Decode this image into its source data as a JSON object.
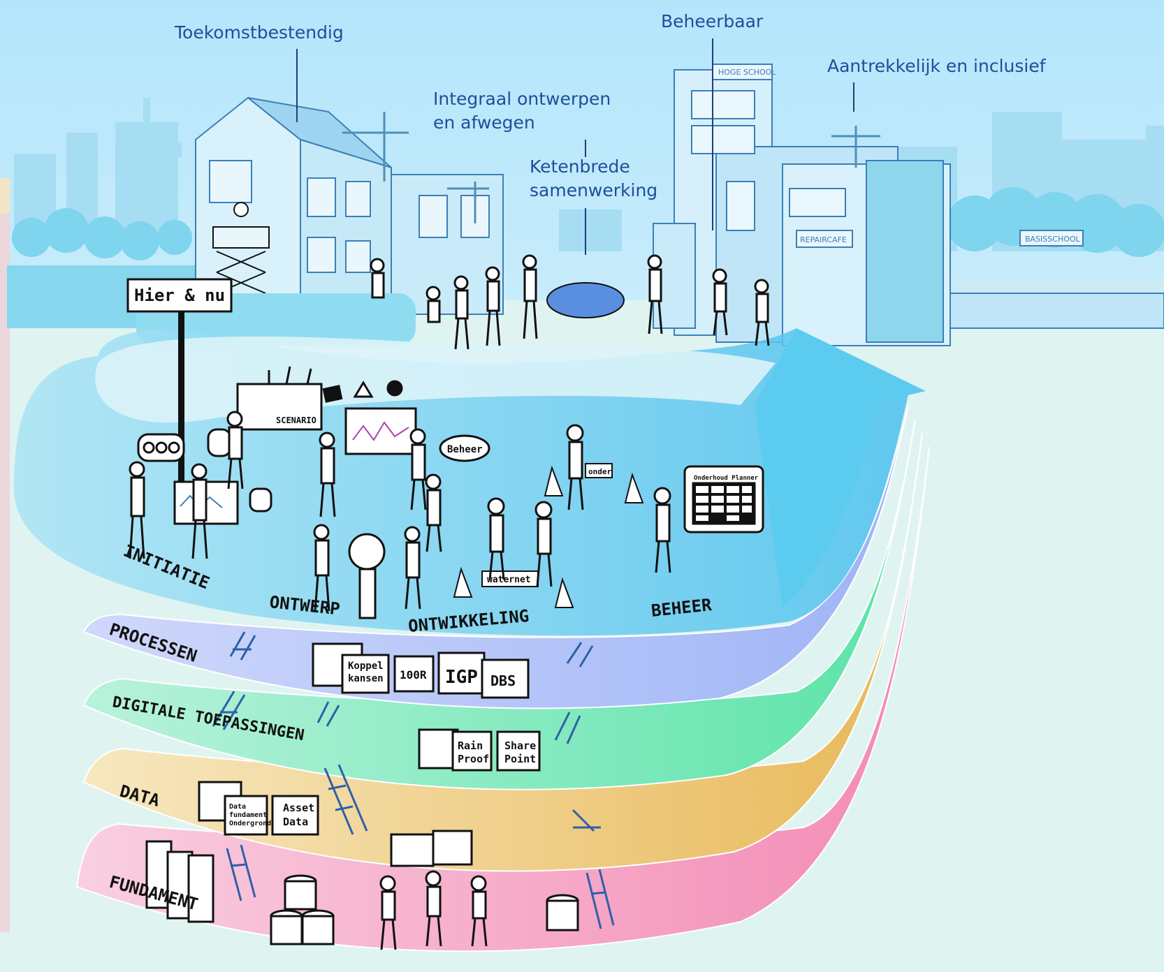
{
  "goals": {
    "toekomst": "Toekomstbestendig",
    "beheerbaar": "Beheerbaar",
    "aantrekkelijk": "Aantrekkelijk en inclusief",
    "integraal_1": "Integraal ontwerpen",
    "integraal_2": "en afwegen",
    "keten_1": "Ketenbrede",
    "keten_2": "samenwerking"
  },
  "signpost": "Hier & nu",
  "buildings": {
    "hogeschool": "HOGE SCHOOL",
    "repaircafe": "REPAIRCAFE",
    "basisschool": "BASISSCHOOL"
  },
  "phases": {
    "initiatie": "INITIATIE",
    "ontwerp": "ONTWERP",
    "ontwikkeling": "ONTWIKKELING",
    "beheer": "BEHEER"
  },
  "props": {
    "scenario": "SCENARIO",
    "beheer_bubble": "Beheer",
    "onderhoud": "Onderhoud Planner",
    "waternet": "waternet",
    "tape": "onder"
  },
  "layers": {
    "processen": "PROCESSEN",
    "digitale": "DIGITALE TOEPASSINGEN",
    "data": "DATA",
    "fundament": "FUNDAMENT"
  },
  "folders": {
    "koppel_1": "Koppel",
    "koppel_2": "kansen",
    "r100": "100R",
    "igp": "IGP",
    "dbs": "DBS",
    "rain_1": "Rain",
    "rain_2": "Proof",
    "share_1": "Share",
    "share_2": "Point",
    "data_1": "Data",
    "data_2": "fundament",
    "data_3": "Ondergrond",
    "asset_1": "Asset",
    "asset_2": "Data"
  },
  "colors": {
    "sky": "#bfe9fb",
    "city": "#a8dcf2",
    "ground": "#dff4f1",
    "arrow": "#5cc6ee",
    "processen": "#b9c8f8",
    "digitale": "#8fe8c6",
    "data": "#f0d9a0",
    "fundament": "#f6b8d0",
    "label": "#1f4e9a"
  }
}
